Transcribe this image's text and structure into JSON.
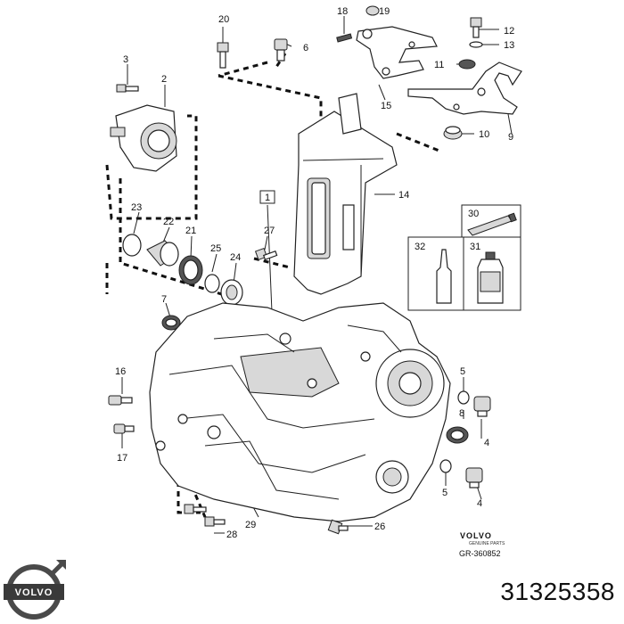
{
  "callouts": [
    "1",
    "2",
    "3",
    "4",
    "4",
    "5",
    "5",
    "6",
    "7",
    "8",
    "9",
    "10",
    "11",
    "12",
    "13",
    "14",
    "15",
    "16",
    "17",
    "18",
    "19",
    "20",
    "21",
    "22",
    "23",
    "24",
    "25",
    "26",
    "27",
    "28",
    "29",
    "30",
    "31",
    "32"
  ],
  "brand": {
    "name": "VOLVO",
    "sub": "GENUINE PARTS",
    "ref": "GR-360852"
  },
  "logo": {
    "text": "VOLVO",
    "color": "#3a3a3a"
  },
  "part_number": "31325358"
}
